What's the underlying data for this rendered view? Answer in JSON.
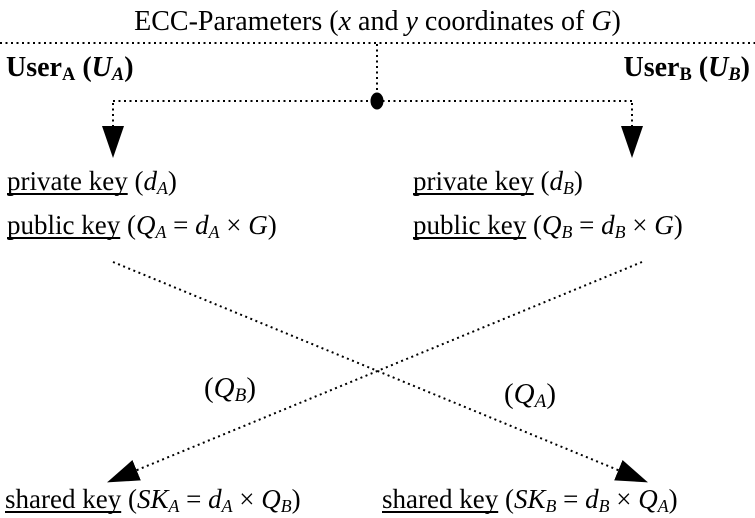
{
  "colors": {
    "ink": "#000000",
    "background": "#ffffff"
  },
  "header": {
    "title_segments": [
      {
        "t": "ECC-Parameters ("
      },
      {
        "t": "x",
        "s": "i"
      },
      {
        "t": " and "
      },
      {
        "t": "y",
        "s": "i"
      },
      {
        "t": " coordinates of "
      },
      {
        "t": "G",
        "s": "i"
      },
      {
        "t": ")"
      }
    ]
  },
  "users": {
    "user_a_segments": [
      {
        "t": "User"
      },
      {
        "t": "A",
        "s": "sub"
      },
      {
        "t": " ("
      },
      {
        "t": "U",
        "s": "i"
      },
      {
        "t": "A",
        "s": "i sub"
      },
      {
        "t": ")"
      }
    ],
    "user_b_segments": [
      {
        "t": "User"
      },
      {
        "t": "B",
        "s": "sub"
      },
      {
        "t": " ("
      },
      {
        "t": "U",
        "s": "i"
      },
      {
        "t": "B",
        "s": "i sub"
      },
      {
        "t": ")"
      }
    ]
  },
  "left_column": {
    "private_key_segments": [
      {
        "t": "private key",
        "s": "u"
      },
      {
        "t": " ("
      },
      {
        "t": "d",
        "s": "i"
      },
      {
        "t": "A",
        "s": "i sub"
      },
      {
        "t": ")"
      }
    ],
    "public_key_segments": [
      {
        "t": "public key",
        "s": "u"
      },
      {
        "t": " ("
      },
      {
        "t": "Q",
        "s": "i"
      },
      {
        "t": "A",
        "s": "i sub"
      },
      {
        "t": " = "
      },
      {
        "t": "d",
        "s": "i"
      },
      {
        "t": "A",
        "s": "i sub"
      },
      {
        "t": " × "
      },
      {
        "t": "G",
        "s": "i"
      },
      {
        "t": ")"
      }
    ]
  },
  "right_column": {
    "private_key_segments": [
      {
        "t": "private key",
        "s": "u"
      },
      {
        "t": " ("
      },
      {
        "t": "d",
        "s": "i"
      },
      {
        "t": "B",
        "s": "i sub"
      },
      {
        "t": ")"
      }
    ],
    "public_key_segments": [
      {
        "t": "public key",
        "s": "u"
      },
      {
        "t": " ("
      },
      {
        "t": "Q",
        "s": "i"
      },
      {
        "t": "B",
        "s": "i sub"
      },
      {
        "t": " = "
      },
      {
        "t": "d",
        "s": "i"
      },
      {
        "t": "B",
        "s": "i sub"
      },
      {
        "t": " × "
      },
      {
        "t": "G",
        "s": "i"
      },
      {
        "t": ")"
      }
    ]
  },
  "exchange": {
    "qb_label_segments": [
      {
        "t": "("
      },
      {
        "t": "Q",
        "s": "i"
      },
      {
        "t": "B",
        "s": "i sub"
      },
      {
        "t": ")"
      }
    ],
    "qa_label_segments": [
      {
        "t": "("
      },
      {
        "t": "Q",
        "s": "i"
      },
      {
        "t": "A",
        "s": "i sub"
      },
      {
        "t": ")"
      }
    ]
  },
  "shared": {
    "shared_a_segments": [
      {
        "t": "shared key",
        "s": "u"
      },
      {
        "t": " ("
      },
      {
        "t": "SK",
        "s": "i"
      },
      {
        "t": "A",
        "s": "i sub"
      },
      {
        "t": " = "
      },
      {
        "t": "d",
        "s": "i"
      },
      {
        "t": "A",
        "s": "i sub"
      },
      {
        "t": " × "
      },
      {
        "t": "Q",
        "s": "i"
      },
      {
        "t": "B",
        "s": "i sub"
      },
      {
        "t": ")"
      }
    ],
    "shared_b_segments": [
      {
        "t": "shared key",
        "s": "u"
      },
      {
        "t": " ("
      },
      {
        "t": "SK",
        "s": "i"
      },
      {
        "t": "B",
        "s": "i sub"
      },
      {
        "t": " = "
      },
      {
        "t": "d",
        "s": "i"
      },
      {
        "t": "B",
        "s": "i sub"
      },
      {
        "t": " × "
      },
      {
        "t": "Q",
        "s": "i"
      },
      {
        "t": "A",
        "s": "i sub"
      },
      {
        "t": ")"
      }
    ]
  }
}
